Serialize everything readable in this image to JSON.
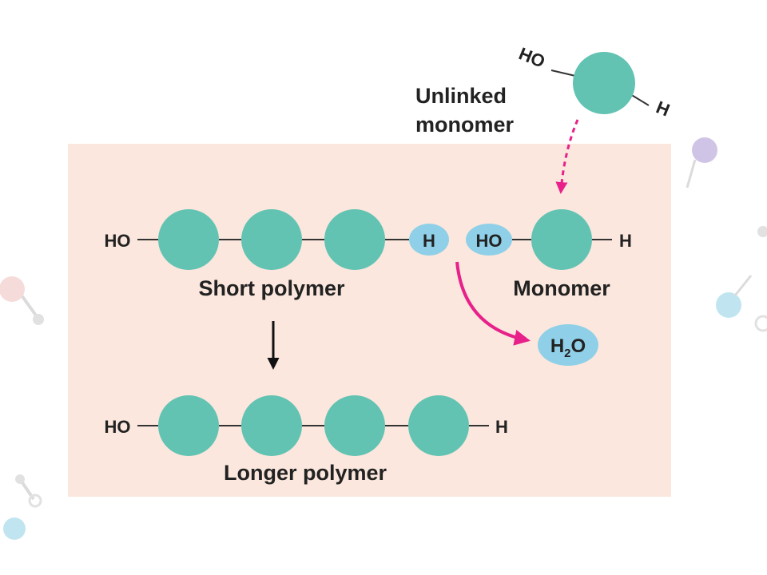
{
  "colors": {
    "panel": "#fbe7dd",
    "monomer": "#63c3b3",
    "group": "#8fd0e8",
    "bond": "#333333",
    "arrow_magenta": "#e8208a",
    "arrow_black": "#111111"
  },
  "labels": {
    "unlinked_line1": "Unlinked",
    "unlinked_line2": "monomer",
    "ho": "HO",
    "h": "H",
    "short_polymer": "Short polymer",
    "monomer": "Monomer",
    "longer_polymer": "Longer polymer",
    "water_h": "H",
    "water_sub": "2",
    "water_o": "O"
  }
}
